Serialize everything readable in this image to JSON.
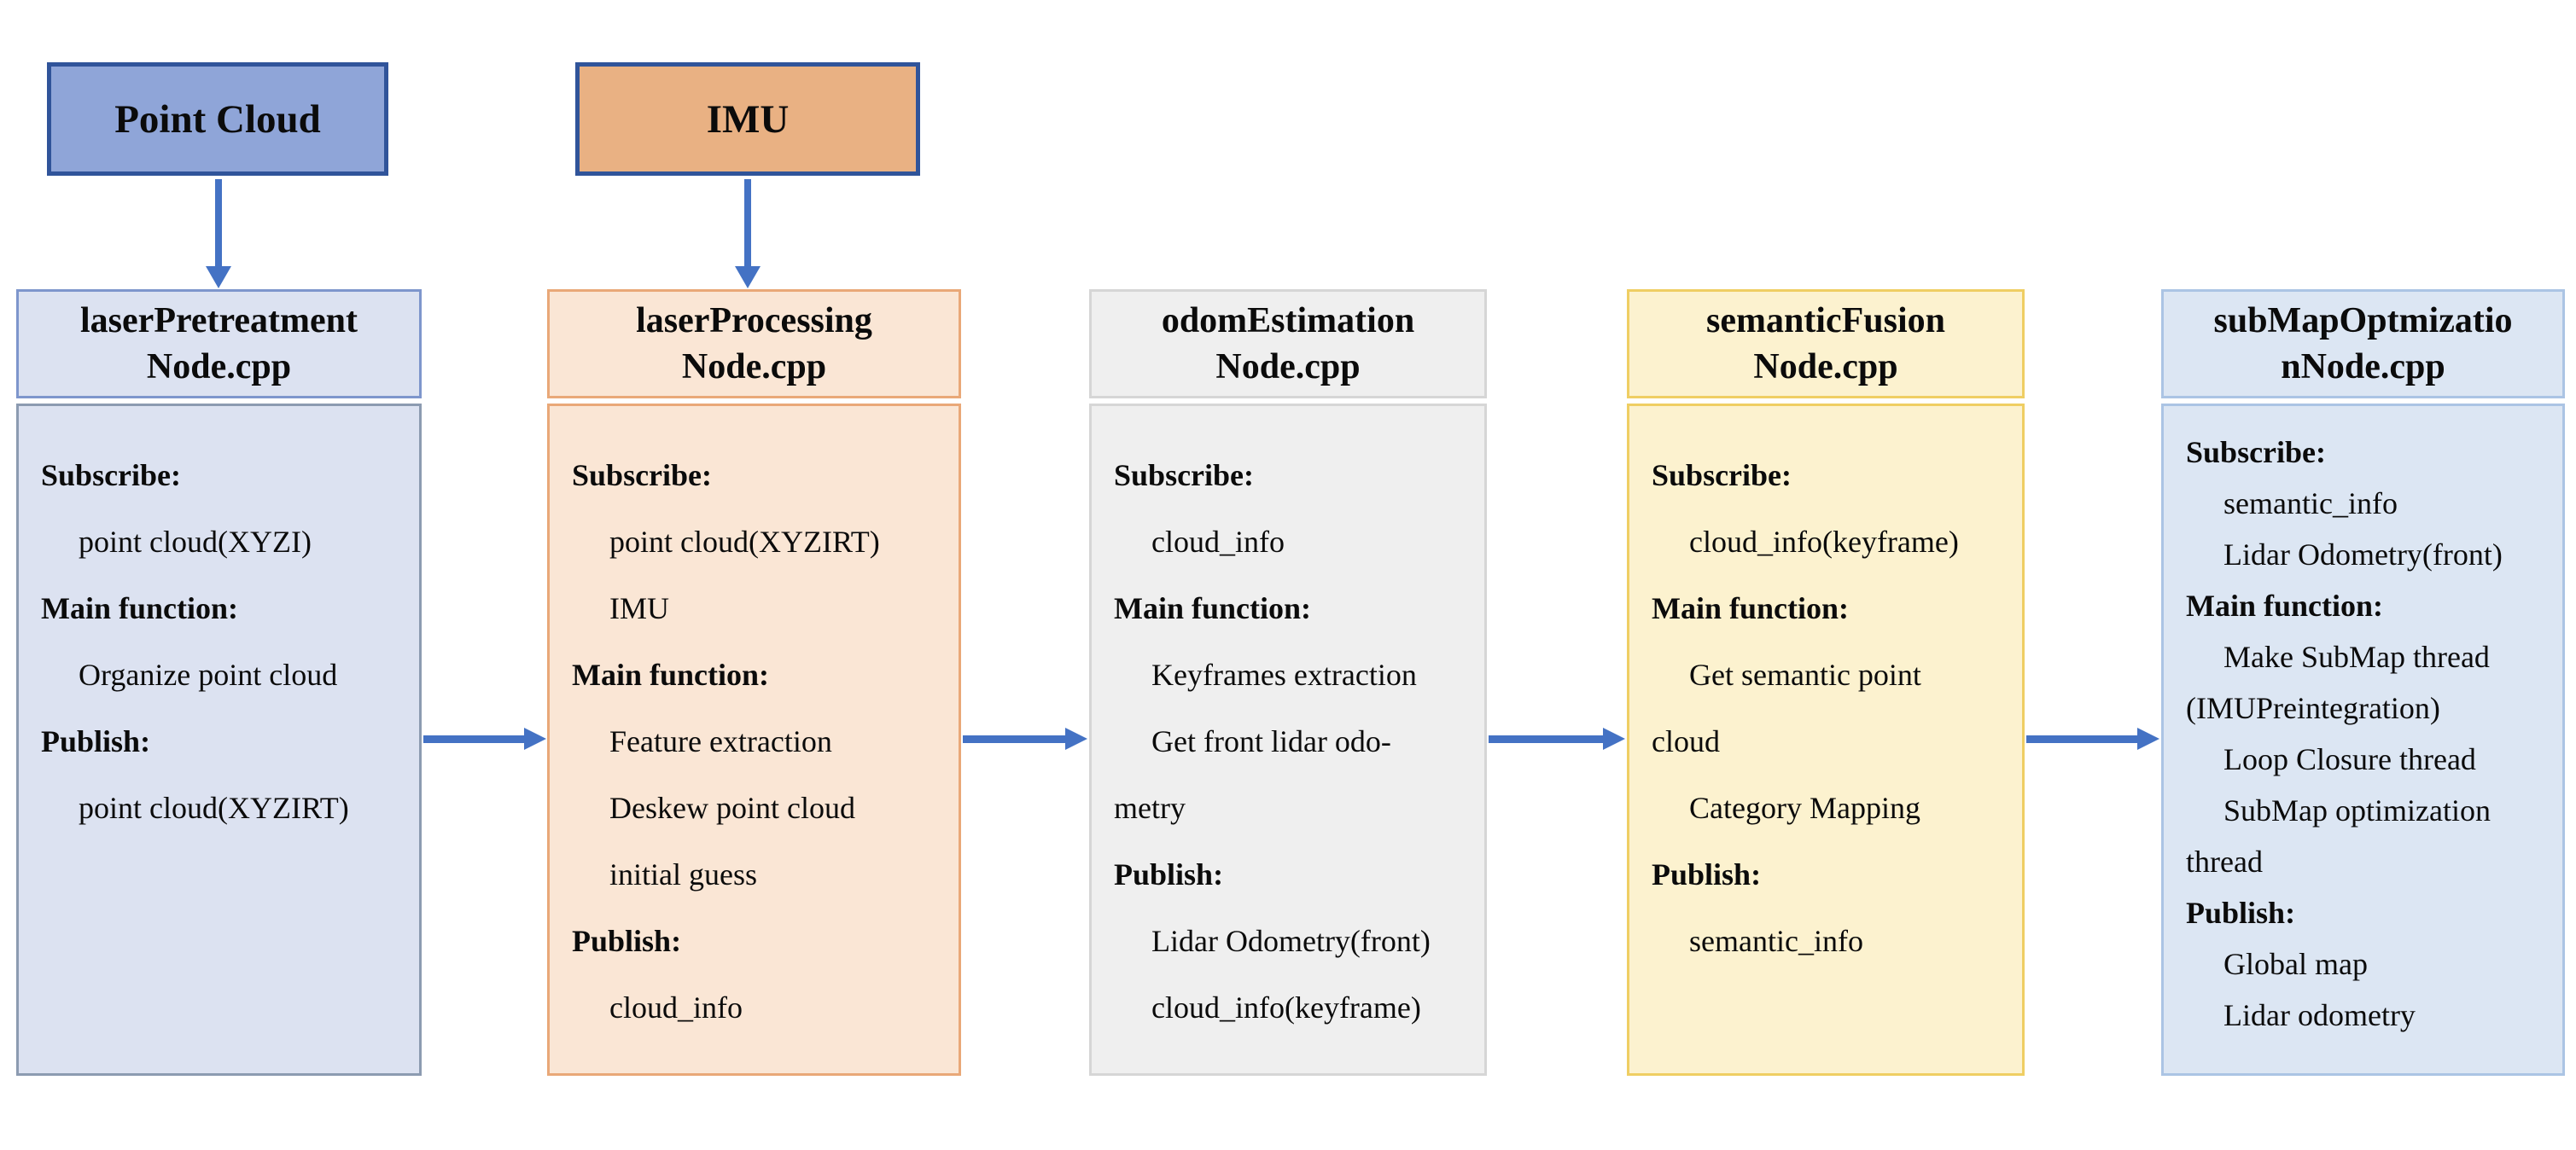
{
  "arrow_color": "#4472C4",
  "sources": [
    {
      "label": "Point Cloud",
      "fill": "#8FA5D8",
      "border": "#30549A"
    },
    {
      "label": "IMU",
      "fill": "#E9B183",
      "border": "#30549A"
    }
  ],
  "columns": [
    {
      "title_lines": [
        "laserPretreatment",
        "Node.cpp"
      ],
      "fill": "#DCE2F1",
      "header_border": "#7E96CC",
      "body_border": "#8C9BB1",
      "lines": [
        {
          "text": "Subscribe:",
          "style": "label"
        },
        {
          "text": "point cloud(XYZI)",
          "style": "item"
        },
        {
          "text": "Main function:",
          "style": "label"
        },
        {
          "text": "Organize point cloud",
          "style": "item"
        },
        {
          "text": "Publish:",
          "style": "label"
        },
        {
          "text": "point cloud(XYZIRT)",
          "style": "item"
        }
      ]
    },
    {
      "title_lines": [
        "laserProcessing",
        "Node.cpp"
      ],
      "fill": "#FAE6D5",
      "header_border": "#E9A878",
      "body_border": "#E9A878",
      "lines": [
        {
          "text": "Subscribe:",
          "style": "label"
        },
        {
          "text": "point cloud(XYZIRT)",
          "style": "item"
        },
        {
          "text": "IMU",
          "style": "item"
        },
        {
          "text": "Main function:",
          "style": "label"
        },
        {
          "text": "Feature extraction",
          "style": "item"
        },
        {
          "text": "Deskew point cloud",
          "style": "item"
        },
        {
          "text": "initial guess",
          "style": "item"
        },
        {
          "text": "Publish:",
          "style": "label"
        },
        {
          "text": "cloud_info",
          "style": "item"
        }
      ]
    },
    {
      "title_lines": [
        "odomEstimation",
        "Node.cpp"
      ],
      "fill": "#EFEFEF",
      "header_border": "#D6D6D6",
      "body_border": "#D6D6D6",
      "lines": [
        {
          "text": "Subscribe:",
          "style": "label"
        },
        {
          "text": "cloud_info",
          "style": "item"
        },
        {
          "text": "Main function:",
          "style": "label"
        },
        {
          "text": "Keyframes extraction",
          "style": "item"
        },
        {
          "text": "Get front lidar odo-",
          "style": "item"
        },
        {
          "text": "metry",
          "style": "cont"
        },
        {
          "text": "Publish:",
          "style": "label"
        },
        {
          "text": "Lidar Odometry(front)",
          "style": "item"
        },
        {
          "text": "cloud_info(keyframe)",
          "style": "item"
        }
      ]
    },
    {
      "title_lines": [
        "semanticFusion",
        "Node.cpp"
      ],
      "fill": "#FCF2CF",
      "header_border": "#EFCE63",
      "body_border": "#EFCE63",
      "lines": [
        {
          "text": "Subscribe:",
          "style": "label"
        },
        {
          "text": "cloud_info(keyframe)",
          "style": "item"
        },
        {
          "text": "Main function:",
          "style": "label"
        },
        {
          "text": "Get semantic point",
          "style": "item"
        },
        {
          "text": "cloud",
          "style": "cont"
        },
        {
          "text": "Category Mapping",
          "style": "item"
        },
        {
          "text": "Publish:",
          "style": "label"
        },
        {
          "text": "semantic_info",
          "style": "item"
        }
      ]
    },
    {
      "title_lines": [
        "subMapOptmizatio",
        "nNode.cpp"
      ],
      "fill": "#DCE6F3",
      "header_border": "#ABC4E4",
      "body_border": "#ABC4E4",
      "compact": true,
      "lines": [
        {
          "text": "Subscribe:",
          "style": "label"
        },
        {
          "text": "semantic_info",
          "style": "item"
        },
        {
          "text": "Lidar Odometry(front)",
          "style": "item"
        },
        {
          "text": "Main function:",
          "style": "label"
        },
        {
          "text": "Make SubMap thread",
          "style": "item"
        },
        {
          "text": "(IMUPreintegration)",
          "style": "cont"
        },
        {
          "text": "Loop Closure thread",
          "style": "item"
        },
        {
          "text": "SubMap optimization",
          "style": "item"
        },
        {
          "text": "thread",
          "style": "cont"
        },
        {
          "text": "Publish:",
          "style": "label"
        },
        {
          "text": "Global map",
          "style": "item"
        },
        {
          "text": "Lidar odometry",
          "style": "item"
        }
      ]
    }
  ]
}
